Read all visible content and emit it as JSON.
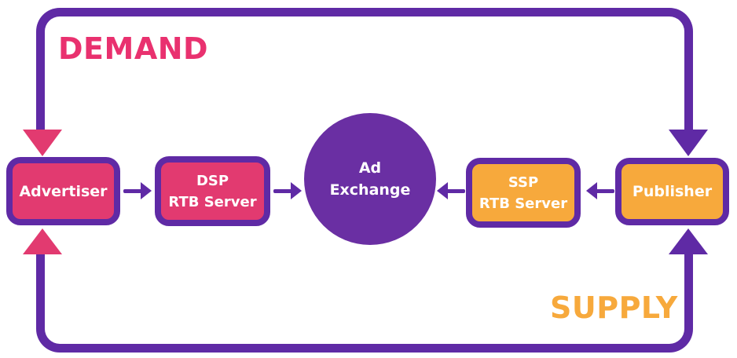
{
  "diagram": {
    "demand_label": "DEMAND",
    "supply_label": "SUPPLY",
    "nodes": {
      "advertiser": {
        "label": "Advertiser"
      },
      "dsp": {
        "line1": "DSP",
        "line2": "RTB Server"
      },
      "exchange": {
        "line1": "Ad",
        "line2": "Exchange"
      },
      "ssp": {
        "line1": "SSP",
        "line2": "RTB Server"
      },
      "publisher": {
        "label": "Publisher"
      }
    },
    "colors": {
      "pink": "#E23A70",
      "orange": "#F7A93C",
      "purple": "#5F2AA5",
      "circle_purple": "#6A2FA3",
      "demand_text": "#E9316F",
      "supply_text": "#F7A93C",
      "label_text": "#FFFFFF"
    }
  }
}
